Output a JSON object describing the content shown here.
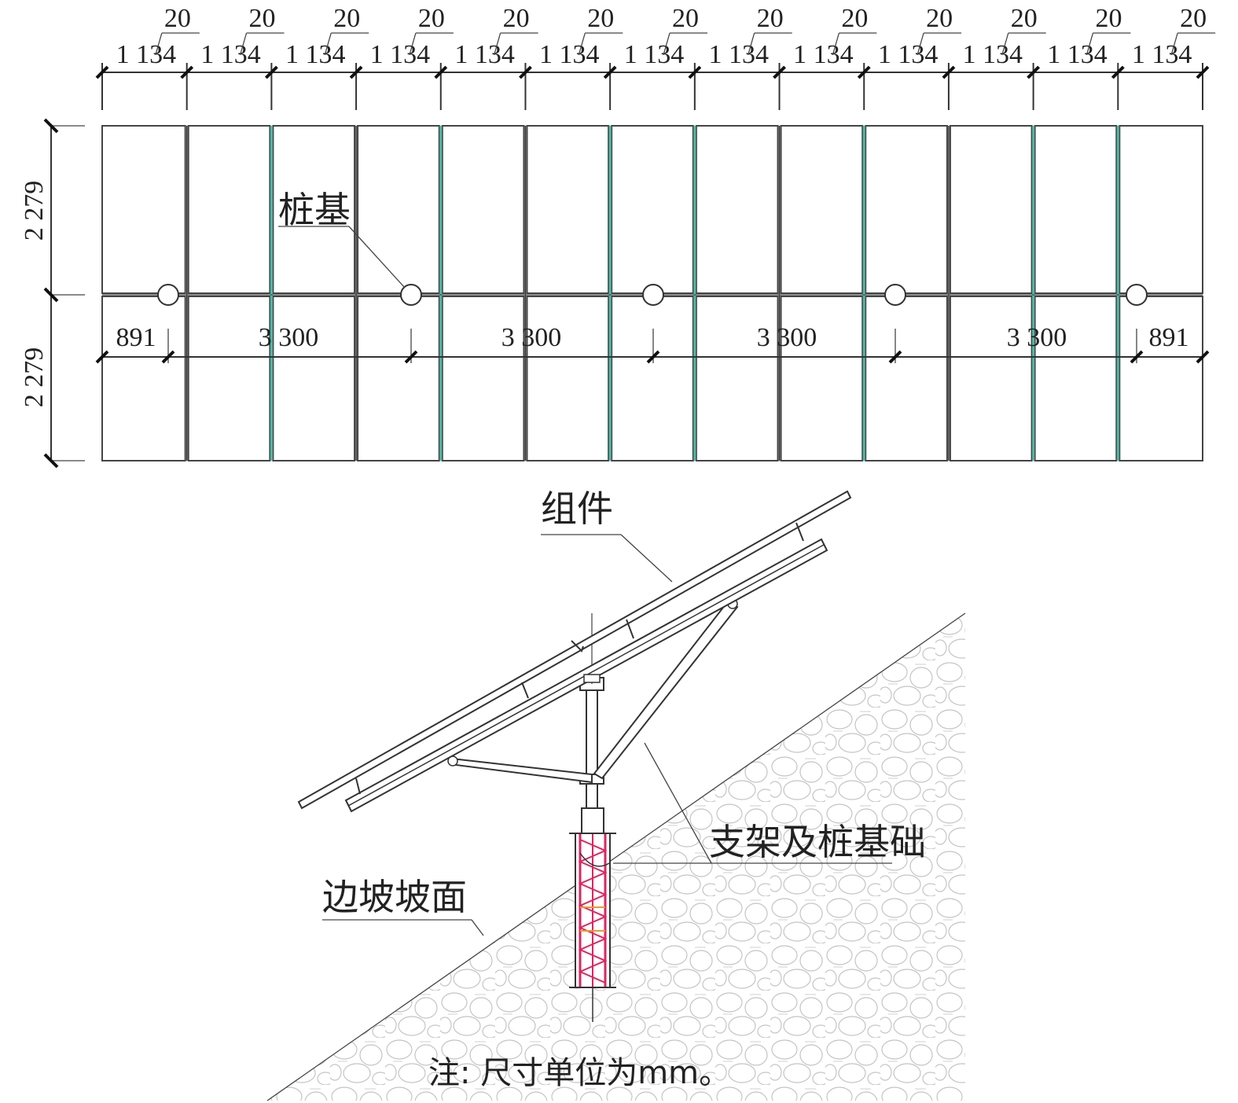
{
  "plan": {
    "gap_label": "20",
    "module_width_label": "1 134",
    "module_height_label": "2 279",
    "pile_label": "桩基",
    "edge_spacing_label": "891",
    "pile_spacing_label": "3 300",
    "module_columns": 13,
    "pile_count": 5
  },
  "section": {
    "module_label": "组件",
    "support_label": "支架及桩基础",
    "slope_label": "边坡坡面"
  },
  "note": "注: 尺寸单位为mm。",
  "colors": {
    "line": "#333333",
    "green_frame": "#4fb8a6",
    "pile_red": "#e0245e",
    "pile_orange": "#e89a2c",
    "hatch": "#bdbdbd"
  }
}
